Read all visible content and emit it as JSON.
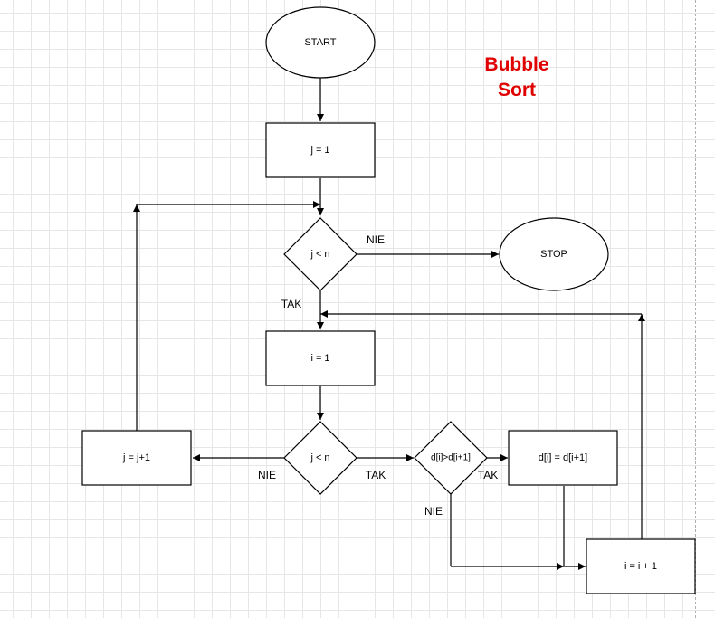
{
  "diagram": {
    "title_line1": "Bubble",
    "title_line2": "Sort",
    "nodes": {
      "start": "START",
      "init_j": "j = 1",
      "cond_outer": "j < n",
      "stop": "STOP",
      "init_i": "i = 1",
      "cond_inner": "j < n",
      "incr_j": "j = j+1",
      "compare": "d[i]>d[i+1]",
      "assign": "d[i] = d[i+1]",
      "incr_i": "i = i + 1"
    },
    "edge_labels": {
      "outer_no": "NIE",
      "outer_yes": "TAK",
      "inner_no": "NIE",
      "inner_yes": "TAK",
      "compare_yes": "TAK",
      "compare_no": "NIE"
    }
  }
}
